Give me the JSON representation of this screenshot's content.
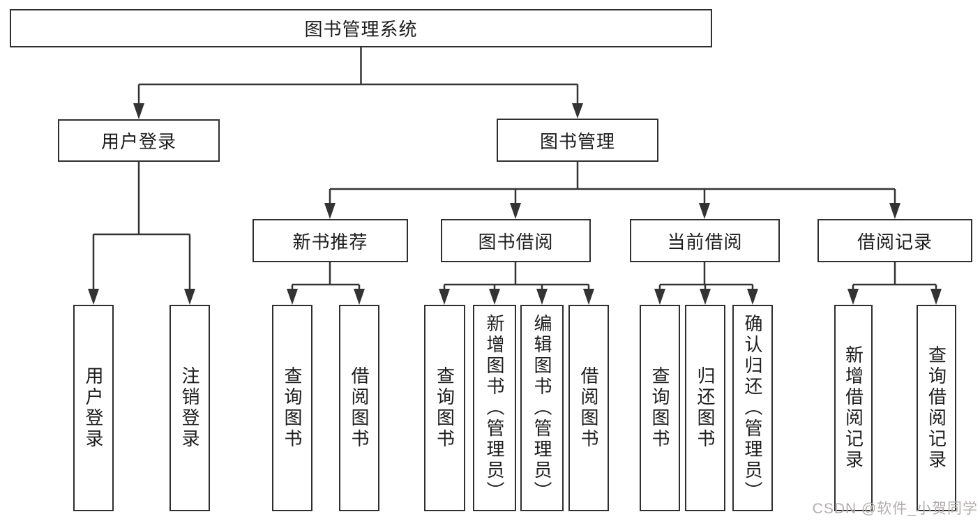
{
  "title": "图书管理系统",
  "watermark": "CSDN @软件_小贺同学",
  "colors": {
    "line": "#333333",
    "box_border": "#2f2f2f",
    "text": "#1d1d1f",
    "watermark": "#b3adad",
    "background": "#ffffff"
  },
  "tree": {
    "label": "图书管理系统",
    "children": [
      {
        "label": "用户登录",
        "children": [
          {
            "label": "用户登录"
          },
          {
            "label": "注销登录"
          }
        ]
      },
      {
        "label": "图书管理",
        "children": [
          {
            "label": "新书推荐",
            "children": [
              {
                "label": "查询图书"
              },
              {
                "label": "借阅图书"
              }
            ]
          },
          {
            "label": "图书借阅",
            "children": [
              {
                "label": "查询图书"
              },
              {
                "label": "新增图书（管理员）"
              },
              {
                "label": "编辑图书（管理员）"
              },
              {
                "label": "借阅图书"
              }
            ]
          },
          {
            "label": "当前借阅",
            "children": [
              {
                "label": "查询图书"
              },
              {
                "label": "归还图书"
              },
              {
                "label": "确认归还（管理员）"
              }
            ]
          },
          {
            "label": "借阅记录",
            "children": [
              {
                "label": "新增借阅记录"
              },
              {
                "label": "查询借阅记录"
              }
            ]
          }
        ]
      }
    ]
  }
}
